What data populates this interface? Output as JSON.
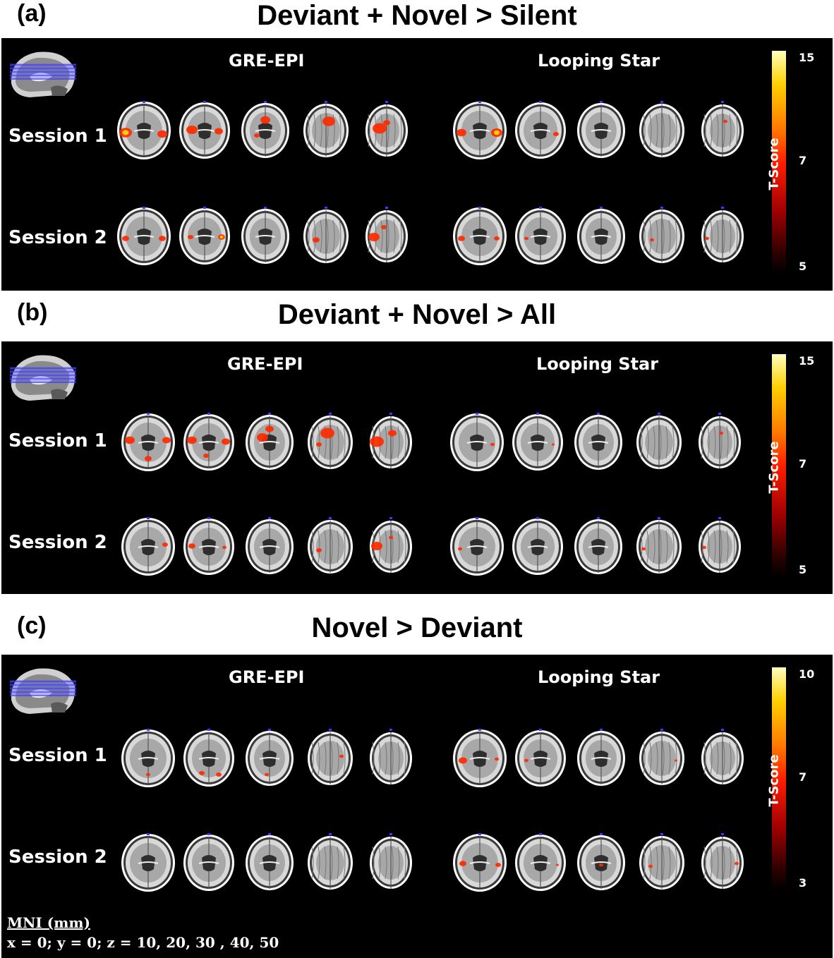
{
  "panels": [
    {
      "letter": "(a)",
      "title": "Deviant + Novel > Silent",
      "col_left": "GRE-EPI",
      "col_right": "Looping Star",
      "session1": "Session 1",
      "session2": "Session 2",
      "cbar_label": "T-Score",
      "cbar_max": "15",
      "cbar_mid": "7",
      "cbar_min": "5"
    },
    {
      "letter": "(b)",
      "title": "Deviant + Novel > All",
      "col_left": "GRE-EPI",
      "col_right": "Looping Star",
      "session1": "Session 1",
      "session2": "Session 2",
      "cbar_label": "T-Score",
      "cbar_max": "15",
      "cbar_mid": "7",
      "cbar_min": "5"
    },
    {
      "letter": "(c)",
      "title": "Novel > Deviant",
      "col_left": "GRE-EPI",
      "col_right": "Looping Star",
      "session1": "Session 1",
      "session2": "Session 2",
      "cbar_label": "T-Score",
      "cbar_max": "10",
      "cbar_mid": "7",
      "cbar_min": "3"
    }
  ],
  "footer": {
    "title": "MNI (mm)",
    "coords": "x = 0; y = 0; z = 10, 20, 30 , 40, 50"
  },
  "colors": {
    "panel_bg": "#000000",
    "activation_hot": "#ff2a00",
    "activation_bright": "#ffd000",
    "slice_marker": "#3a3aff"
  }
}
